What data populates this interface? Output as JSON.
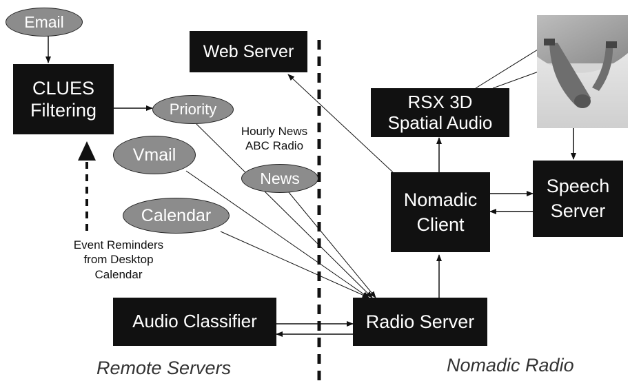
{
  "boxes": {
    "clues": {
      "line1": "CLUES",
      "line2": "Filtering"
    },
    "web_server": {
      "label": "Web Server"
    },
    "rsx": {
      "line1": "RSX 3D",
      "line2": "Spatial Audio"
    },
    "nomadic_client": {
      "line1": "Nomadic",
      "line2": "Client"
    },
    "speech_server": {
      "line1": "Speech",
      "line2": "Server"
    },
    "radio_server": {
      "label": "Radio Server"
    },
    "audio_classifier": {
      "label": "Audio Classifier"
    }
  },
  "ovals": {
    "email": "Email",
    "priority": "Priority",
    "vmail": "Vmail",
    "news": "News",
    "calendar": "Calendar"
  },
  "notes": {
    "hourly_news": {
      "line1": "Hourly News",
      "line2": "ABC Radio"
    },
    "event_reminders": {
      "line1": "Event Reminders",
      "line2": "from Desktop",
      "line3": "Calendar"
    }
  },
  "footer": {
    "left": "Remote Servers",
    "right": "Nomadic Radio"
  },
  "colors": {
    "box_fill": "#111111",
    "oval_fill": "#8c8c8c",
    "text_light": "#ffffff"
  }
}
